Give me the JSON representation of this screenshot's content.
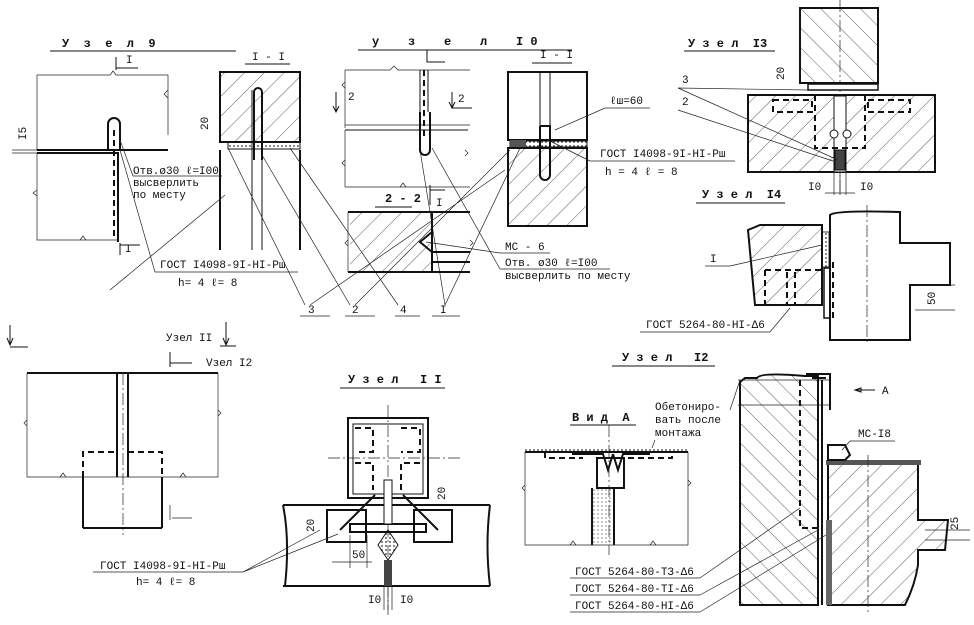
{
  "uzel9": {
    "title": "У  з  е  л  9",
    "section_mark": "I",
    "dim_15": "I5",
    "dim_20": "20",
    "hole_line1": "Отв.ø30 ℓ=I00",
    "hole_line2": "высверлить",
    "hole_line3": "по месту",
    "gost": "ГОСТ I4098-9I-HI-Рш",
    "gost_params": "h= 4  ℓ= 8",
    "section_title": "I - I"
  },
  "callouts": {
    "c3": "3",
    "c2": "2",
    "c4": "4",
    "c1": "I"
  },
  "uzel10": {
    "title": "у    з    е    л    I 0",
    "section_title": "I - I",
    "section22": "2 - 2",
    "mark2": "2",
    "mark1": "I",
    "weld_len": "ℓш=60",
    "gost": "ГОСТ I4098-9I-HI-Рш",
    "gost_params": "h = 4  ℓ = 8",
    "ms": "МС - 6",
    "hole_line1": "Отв. ø30  ℓ=I00",
    "hole_line2": "высверлить  по  месту"
  },
  "uzel13": {
    "title": "У з е л  I3",
    "c3": "3",
    "c2": "2",
    "dim_20": "20",
    "dim_10a": "I0",
    "dim_10b": "I0"
  },
  "uzel14": {
    "title": "У з е л  I4",
    "c1": "I",
    "gost": "ГОСТ 5264-80-HI-Δ6",
    "dim_50": "50"
  },
  "plan_bottom": {
    "label_11": "Узел II",
    "label_12": "Vзел I2",
    "gost": "ГОСТ I4098-9I-HI-Рш",
    "gost_params": "h= 4  ℓ= 8"
  },
  "uzel11": {
    "title": "У з е л   I I",
    "dim_20a": "20",
    "dim_20b": "20",
    "dim_50": "50",
    "dim_10a": "I0",
    "dim_10b": "I0"
  },
  "uzel12": {
    "title": "У з е л   I2",
    "view_a": "В и д  А",
    "note1": "Обетониро-",
    "note2": "вать после",
    "note3": "монтажа",
    "arrow_a": "А",
    "ms": "МС-I8",
    "dim_25": "25",
    "gost1": "ГОСТ 5264-80-ТЗ-Δ6",
    "gost2": "ГОСТ 5264-80-ТI-Δ6",
    "gost3": "ГОСТ 5264-80-HI-Δ6"
  }
}
